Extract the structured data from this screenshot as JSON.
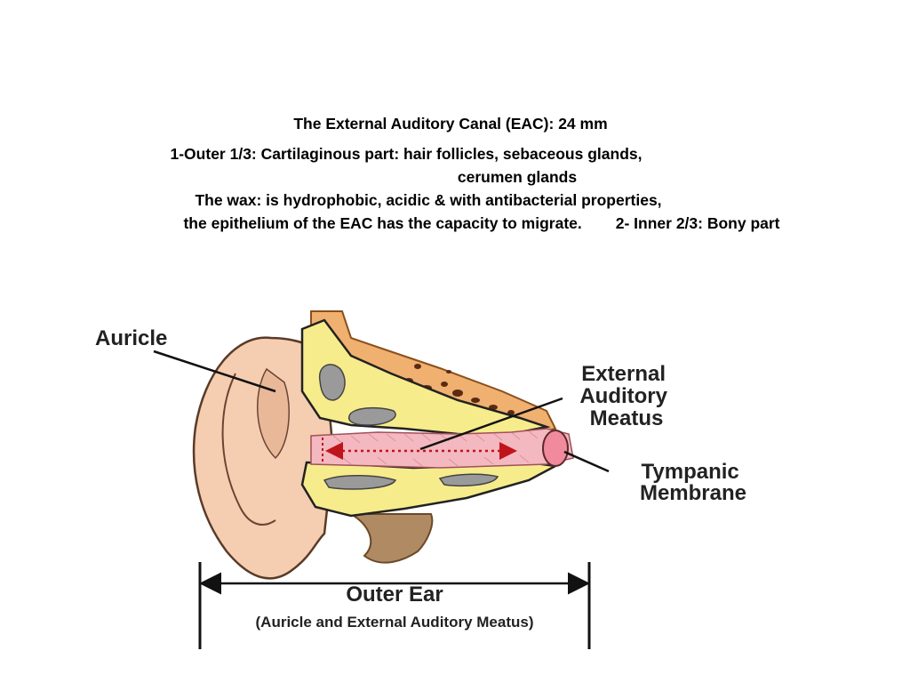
{
  "slide": {
    "title": "The External Auditory Canal (EAC): 24 mm",
    "lines": [
      "1-Outer 1/3: Cartilaginous part: hair follicles, sebaceous glands,",
      "cerumen glands",
      "The wax: is hydrophobic, acidic & with antibacterial properties,",
      "the epithelium of the EAC has the capacity to migrate.",
      "2- Inner 2/3: Bony part"
    ]
  },
  "diagram": {
    "labels": {
      "auricle": "Auricle",
      "external_auditory_meatus": [
        "External",
        "Auditory",
        "Meatus"
      ],
      "tympanic_membrane": [
        "Tympanic",
        "Membrane"
      ],
      "outer_ear": "Outer Ear",
      "outer_ear_caption": "(Auricle and External Auditory Meatus)"
    },
    "colors": {
      "skin": "#f5cdb0",
      "cartilage_yellow": "#f7ec8c",
      "bone_orange": "#f0b070",
      "canal_pink": "#f4b8c0",
      "air_cells_gray": "#9a9a9a",
      "arrow_red": "#c0141c",
      "tissue_brown": "#b08a62"
    }
  }
}
